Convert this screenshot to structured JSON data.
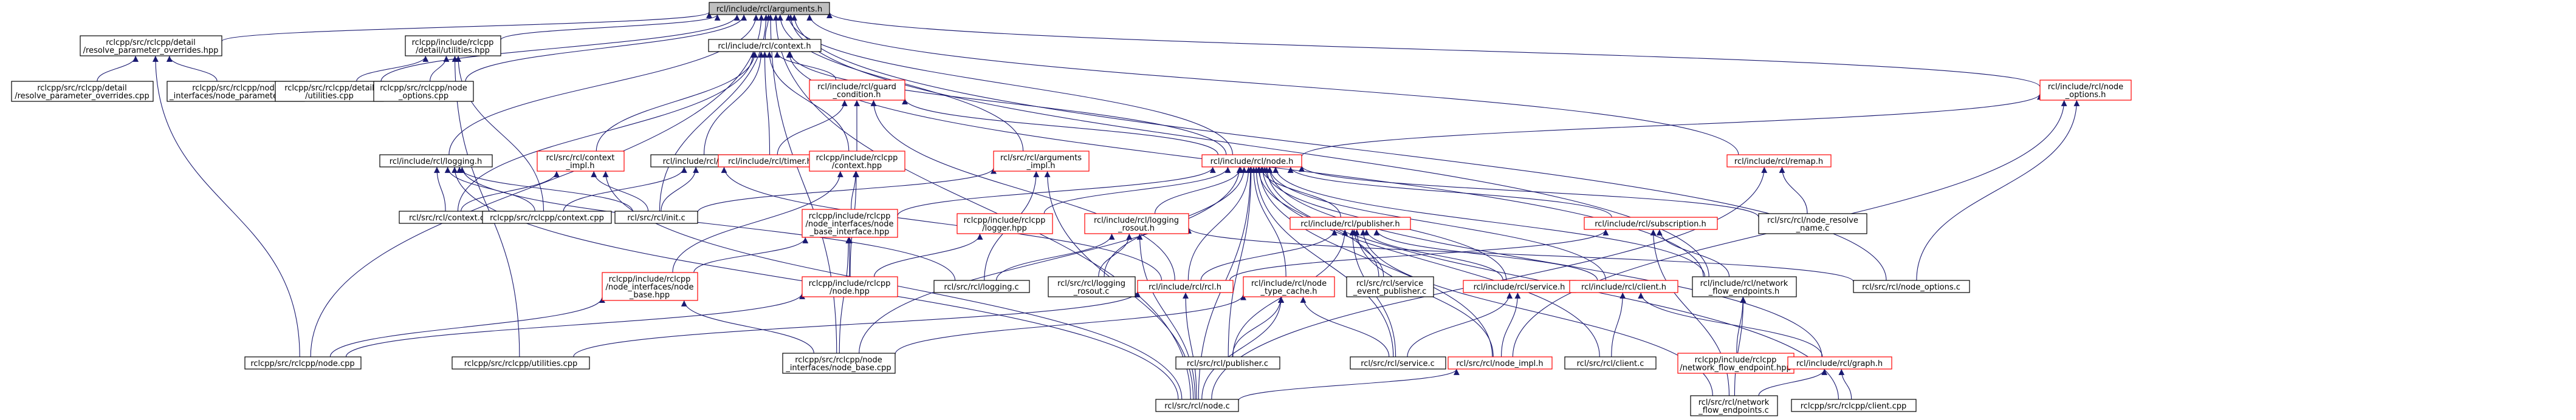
{
  "diagram": {
    "type": "include-dependency-graph",
    "nodes": [
      {
        "id": "arguments_h",
        "lines": [
          "rcl/include/rcl/arguments.h"
        ],
        "style": "focus"
      },
      {
        "id": "resolve_param_hpp",
        "lines": [
          "rclcpp/src/rclcpp/detail",
          "/resolve_parameter_overrides.hpp"
        ],
        "style": "black"
      },
      {
        "id": "utilities_hpp",
        "lines": [
          "rclcpp/include/rclcpp",
          "/detail/utilities.hpp"
        ],
        "style": "black"
      },
      {
        "id": "context_h",
        "lines": [
          "rcl/include/rcl/context.h"
        ],
        "style": "black"
      },
      {
        "id": "resolve_param_cpp",
        "lines": [
          "rclcpp/src/rclcpp/detail",
          "/resolve_parameter_overrides.cpp"
        ],
        "style": "black"
      },
      {
        "id": "node_params_cpp",
        "lines": [
          "rclcpp/src/rclcpp/node",
          "_interfaces/node_parameters.cpp"
        ],
        "style": "black"
      },
      {
        "id": "detail_utilities_cpp",
        "lines": [
          "rclcpp/src/rclcpp/detail",
          "/utilities.cpp"
        ],
        "style": "black"
      },
      {
        "id": "node_options_cpp",
        "lines": [
          "rclcpp/src/rclcpp/node",
          "_options.cpp"
        ],
        "style": "black"
      },
      {
        "id": "guard_condition_h",
        "lines": [
          "rcl/include/rcl/guard",
          "_condition.h"
        ],
        "style": "red"
      },
      {
        "id": "logging_h",
        "lines": [
          "rcl/include/rcl/logging.h"
        ],
        "style": "black"
      },
      {
        "id": "context_impl_h",
        "lines": [
          "rcl/src/rcl/context",
          "_impl.h"
        ],
        "style": "red"
      },
      {
        "id": "init_h",
        "lines": [
          "rcl/include/rcl/init.h"
        ],
        "style": "black"
      },
      {
        "id": "timer_h",
        "lines": [
          "rcl/include/rcl/timer.h"
        ],
        "style": "red"
      },
      {
        "id": "rclcpp_context_hpp",
        "lines": [
          "rclcpp/include/rclcpp",
          "/context.hpp"
        ],
        "style": "red"
      },
      {
        "id": "arguments_impl_h",
        "lines": [
          "rcl/src/rcl/arguments",
          "_impl.h"
        ],
        "style": "red"
      },
      {
        "id": "node_h",
        "lines": [
          "rcl/include/rcl/node.h"
        ],
        "style": "red"
      },
      {
        "id": "remap_h",
        "lines": [
          "rcl/include/rcl/remap.h"
        ],
        "style": "red"
      },
      {
        "id": "rcl_node_options_h",
        "lines": [
          "rcl/include/rcl/node",
          "_options.h"
        ],
        "style": "red"
      },
      {
        "id": "context_c",
        "lines": [
          "rcl/src/rcl/context.c"
        ],
        "style": "black"
      },
      {
        "id": "rclcpp_context_cpp",
        "lines": [
          "rclcpp/src/rclcpp/context.cpp"
        ],
        "style": "black"
      },
      {
        "id": "init_c",
        "lines": [
          "rcl/src/rcl/init.c"
        ],
        "style": "black"
      },
      {
        "id": "node_base_interface_hpp",
        "lines": [
          "rclcpp/include/rclcpp",
          "/node_interfaces/node",
          "_base_interface.hpp"
        ],
        "style": "red"
      },
      {
        "id": "logger_hpp",
        "lines": [
          "rclcpp/include/rclcpp",
          "/logger.hpp"
        ],
        "style": "red"
      },
      {
        "id": "logging_rosout_h",
        "lines": [
          "rcl/include/rcl/logging",
          "_rosout.h"
        ],
        "style": "red"
      },
      {
        "id": "publisher_h",
        "lines": [
          "rcl/include/rcl/publisher.h"
        ],
        "style": "red"
      },
      {
        "id": "subscription_h",
        "lines": [
          "rcl/include/rcl/subscription.h"
        ],
        "style": "red"
      },
      {
        "id": "node_resolve_name_c",
        "lines": [
          "rcl/src/rcl/node_resolve",
          "_name.c"
        ],
        "style": "black"
      },
      {
        "id": "node_base_hpp",
        "lines": [
          "rclcpp/include/rclcpp",
          "/node_interfaces/node",
          "_base.hpp"
        ],
        "style": "red"
      },
      {
        "id": "rclcpp_node_hpp",
        "lines": [
          "rclcpp/include/rclcpp",
          "/node.hpp"
        ],
        "style": "red"
      },
      {
        "id": "logging_c",
        "lines": [
          "rcl/src/rcl/logging.c"
        ],
        "style": "black"
      },
      {
        "id": "logging_rosout_c",
        "lines": [
          "rcl/src/rcl/logging",
          "_rosout.c"
        ],
        "style": "black"
      },
      {
        "id": "rcl_h",
        "lines": [
          "rcl/include/rcl/rcl.h"
        ],
        "style": "red"
      },
      {
        "id": "node_type_cache_h",
        "lines": [
          "rcl/include/rcl/node",
          "_type_cache.h"
        ],
        "style": "red"
      },
      {
        "id": "service_event_publisher_c",
        "lines": [
          "rcl/src/rcl/service",
          "_event_publisher.c"
        ],
        "style": "black"
      },
      {
        "id": "service_h",
        "lines": [
          "rcl/include/rcl/service.h"
        ],
        "style": "red"
      },
      {
        "id": "client_h",
        "lines": [
          "rcl/include/rcl/client.h"
        ],
        "style": "red"
      },
      {
        "id": "network_flow_endpoints_h",
        "lines": [
          "rcl/include/rcl/network",
          "_flow_endpoints.h"
        ],
        "style": "black"
      },
      {
        "id": "rcl_node_options_c",
        "lines": [
          "rcl/src/rcl/node_options.c"
        ],
        "style": "black"
      },
      {
        "id": "rclcpp_node_cpp",
        "lines": [
          "rclcpp/src/rclcpp/node.cpp"
        ],
        "style": "black"
      },
      {
        "id": "rclcpp_utilities_cpp",
        "lines": [
          "rclcpp/src/rclcpp/utilities.cpp"
        ],
        "style": "black"
      },
      {
        "id": "node_base_cpp",
        "lines": [
          "rclcpp/src/rclcpp/node",
          "_interfaces/node_base.cpp"
        ],
        "style": "black"
      },
      {
        "id": "publisher_c",
        "lines": [
          "rcl/src/rcl/publisher.c"
        ],
        "style": "black"
      },
      {
        "id": "service_c",
        "lines": [
          "rcl/src/rcl/service.c"
        ],
        "style": "black"
      },
      {
        "id": "node_impl_h",
        "lines": [
          "rcl/src/rcl/node_impl.h"
        ],
        "style": "red"
      },
      {
        "id": "client_c",
        "lines": [
          "rcl/src/rcl/client.c"
        ],
        "style": "black"
      },
      {
        "id": "network_flow_endpoint_hpp",
        "lines": [
          "rclcpp/include/rclcpp",
          "/network_flow_endpoint.hpp"
        ],
        "style": "red"
      },
      {
        "id": "graph_h",
        "lines": [
          "rcl/include/rcl/graph.h"
        ],
        "style": "red"
      },
      {
        "id": "node_c",
        "lines": [
          "rcl/src/rcl/node.c"
        ],
        "style": "black"
      },
      {
        "id": "network_flow_endpoints_c",
        "lines": [
          "rcl/src/rcl/network",
          "_flow_endpoints.c"
        ],
        "style": "black"
      },
      {
        "id": "rclcpp_client_cpp",
        "lines": [
          "rclcpp/src/rclcpp/client.cpp"
        ],
        "style": "black"
      }
    ]
  }
}
